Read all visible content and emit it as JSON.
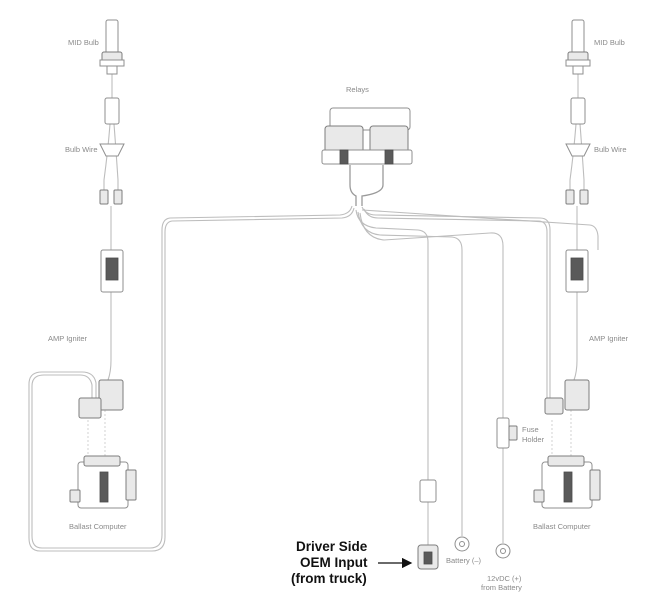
{
  "labels": {
    "mid_bulb_left": "MID Bulb",
    "mid_bulb_right": "MID Bulb",
    "relays": "Relays",
    "bulb_wire_left": "Bulb Wire",
    "bulb_wire_right": "Bulb Wire",
    "amp_igniter_left": "AMP Igniter",
    "amp_igniter_right": "AMP Igniter",
    "fuse_holder_line1": "Fuse",
    "fuse_holder_line2": "Holder",
    "ballast_computer_left": "Ballast Computer",
    "ballast_computer_right": "Ballast Computer",
    "battery_negative": "Battery (–)",
    "battery_positive_line1": "12vDC (+)",
    "battery_positive_line2": "from Battery",
    "oem_input_line1": "Driver Side",
    "oem_input_line2": "OEM Input",
    "oem_input_line3": "(from truck)"
  },
  "colors": {
    "wire": "#bdbdbd",
    "part_stroke": "#8f8f8f",
    "label": "#8a8a8a",
    "callout": "#111111"
  }
}
